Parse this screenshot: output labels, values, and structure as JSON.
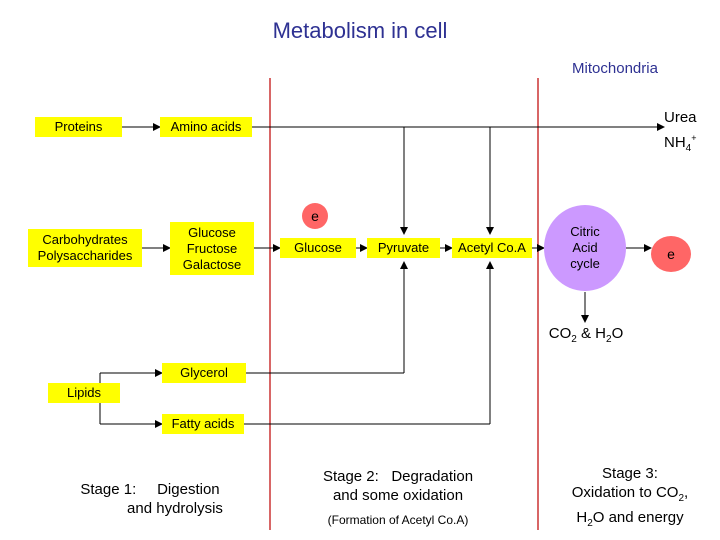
{
  "title": "Metabolism in cell",
  "compartment_label": "Mitochondria",
  "nodes": {
    "proteins": "Proteins",
    "amino_acids": "Amino acids",
    "urea": "Urea",
    "ammonium": "NH",
    "ammonium_sub": "4",
    "ammonium_sup": "+",
    "carbohydrates": [
      "Carbohydrates",
      "Polysaccharides"
    ],
    "sugars": [
      "Glucose",
      "Fructose",
      "Galactose"
    ],
    "glucose": "Glucose",
    "pyruvate": "Pyruvate",
    "acetyl_coa": "Acetyl Co.A",
    "citric_acid_cycle": [
      "Citric",
      "Acid",
      "cycle"
    ],
    "electron_1": "e",
    "electron_2": "e",
    "co2_h2o": {
      "a": "CO",
      "a_sub": "2",
      "b": " & H",
      "b_sub": "2",
      "c": "O"
    },
    "lipids": "Lipids",
    "glycerol": "Glycerol",
    "fatty_acids": "Fatty acids"
  },
  "stages": {
    "stage1": {
      "line1": "Stage 1:     Digestion",
      "line2": "and hydrolysis"
    },
    "stage2": {
      "line1": "Stage 2:   Degradation",
      "line2": "and some oxidation",
      "note": "(Formation of Acetyl Co.A)"
    },
    "stage3": {
      "line1": "Stage 3:",
      "line2a": "Oxidation to CO",
      "line2sub": "2",
      "line2b": ",",
      "line3a": "H",
      "line3sub": "2",
      "line3b": "O and energy"
    }
  },
  "colors": {
    "box": "#ffff00",
    "cycle": "#cc99ff",
    "electron": "#ff6666",
    "boundary": "#cc3333",
    "title": "#2e3192"
  }
}
